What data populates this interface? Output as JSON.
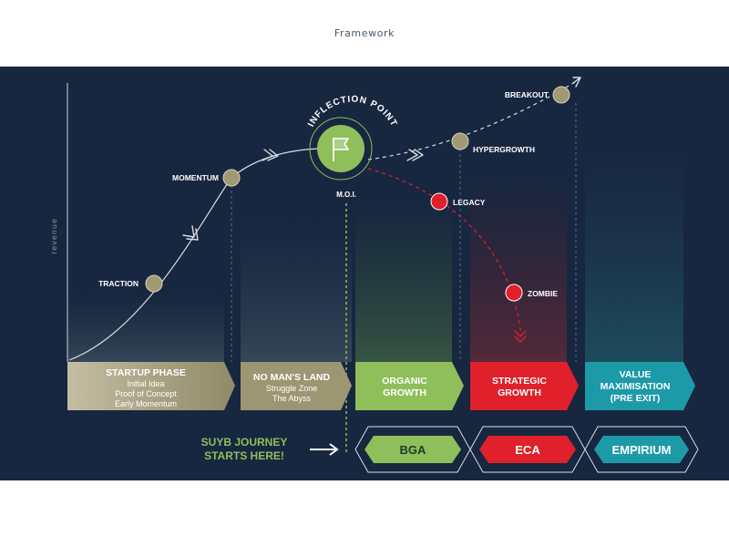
{
  "page": {
    "title": "Framework"
  },
  "diagram": {
    "y_axis_label": "revenue",
    "milestones": [
      {
        "label": "TRACTION",
        "kind": "neutral"
      },
      {
        "label": "MOMENTUM",
        "kind": "neutral"
      },
      {
        "label": "M.O.I.",
        "kind": "inflection"
      },
      {
        "label": "HYPERGROWTH",
        "kind": "neutral"
      },
      {
        "label": "BREAKOUT",
        "kind": "neutral"
      },
      {
        "label": "LEGACY",
        "kind": "decline"
      },
      {
        "label": "ZOMBIE",
        "kind": "decline"
      }
    ],
    "inflection_point": {
      "label": "INFLECTION POINT",
      "icon": "flag-icon"
    },
    "phases": [
      {
        "title": "STARTUP PHASE",
        "lines": [
          "Initial Idea",
          "Proof of Concept",
          "Early Momentum"
        ],
        "color": "#a09a72"
      },
      {
        "title": "NO MAN'S LAND",
        "lines": [
          "Struggle Zone",
          "The Abyss"
        ],
        "color": "#9d9672"
      },
      {
        "title": "ORGANIC",
        "lines": [
          "GROWTH"
        ],
        "color": "#8fbf5a"
      },
      {
        "title": "STRATEGIC",
        "lines": [
          "GROWTH"
        ],
        "color": "#e0202a"
      },
      {
        "title": "VALUE",
        "lines": [
          "MAXIMISATION",
          "(PRE EXIT)"
        ],
        "color": "#1d9aa8"
      }
    ],
    "journey_note": {
      "line1": "SUYB JOURNEY",
      "line2": "STARTS HERE!"
    },
    "programmes": [
      {
        "label": "BGA",
        "color": "#8fbf5a",
        "text_color": "#1d3a2a"
      },
      {
        "label": "ECA",
        "color": "#e0202a",
        "text_color": "#ffffff"
      },
      {
        "label": "EMPIRIUM",
        "color": "#1d9aa8",
        "text_color": "#ffffff"
      }
    ],
    "colors": {
      "background": "#172740",
      "accent_green": "#8fbf5a",
      "accent_red": "#e0202a",
      "accent_teal": "#1d9aa8",
      "neutral_gold": "#a09a72"
    }
  }
}
